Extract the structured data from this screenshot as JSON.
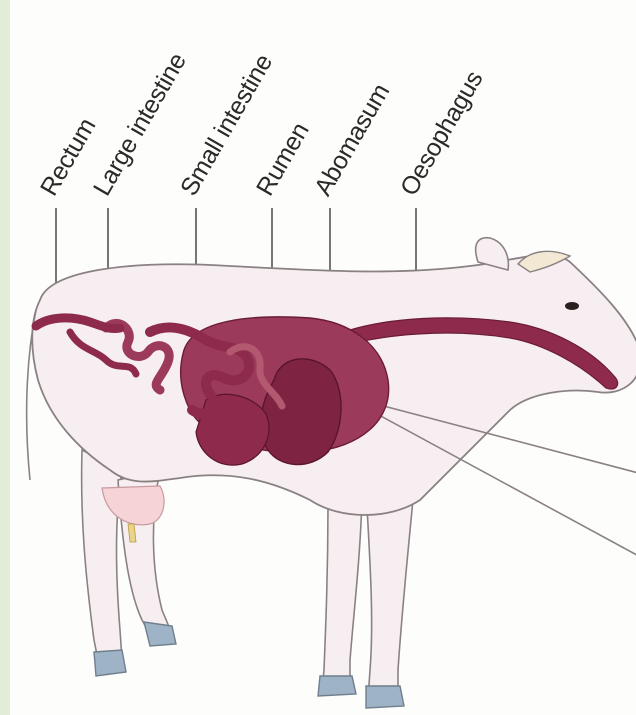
{
  "labels": {
    "rectum": "Rectum",
    "large_intestine": "Large intestine",
    "small_intestine": "Small intestine",
    "rumen": "Rumen",
    "abomasum": "Abomasum",
    "oesophagus": "Oesophagus"
  },
  "colors": {
    "organ": "#8e2a4c",
    "organ_light": "#b2586f",
    "body": "#f7eef1",
    "outline": "#8a8282"
  }
}
